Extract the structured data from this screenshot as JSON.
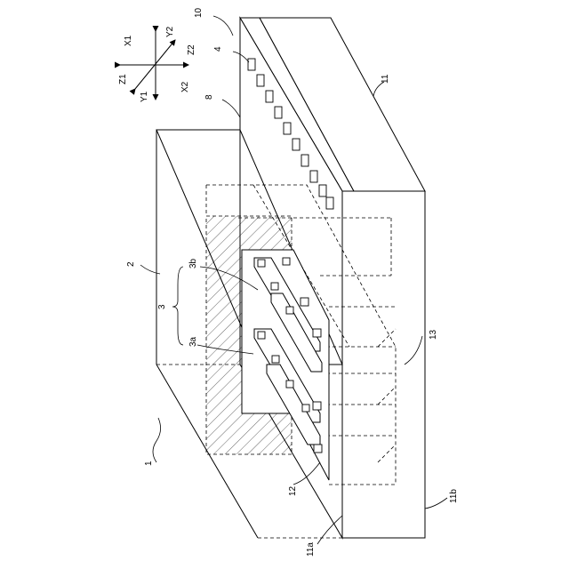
{
  "figure": {
    "axes": {
      "x1": "X1",
      "x2": "X2",
      "y1": "Y1",
      "y2": "Y2",
      "z1": "Z1",
      "z2": "Z2"
    },
    "labels": {
      "ref_1": "1",
      "ref_2": "2",
      "ref_3": "3",
      "ref_3a": "3a",
      "ref_3b": "3b",
      "ref_4": "4",
      "ref_8": "8",
      "ref_10": "10",
      "ref_11": "11",
      "ref_11a": "11a",
      "ref_11b": "11b",
      "ref_12": "12",
      "ref_13": "13"
    }
  }
}
